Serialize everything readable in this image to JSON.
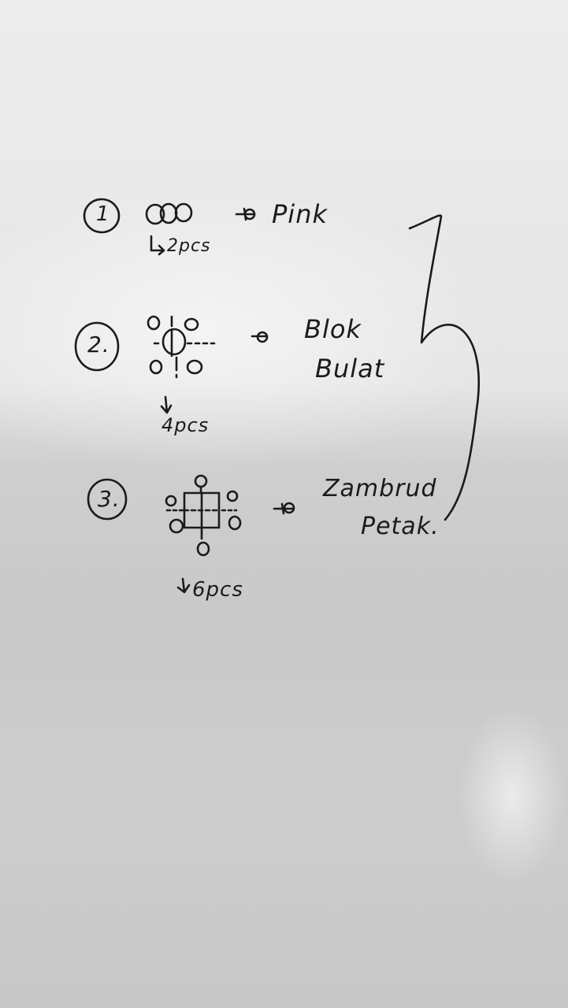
{
  "note": {
    "items": [
      {
        "number": "1",
        "qty": "2pcs",
        "result": "Pink",
        "result_line2": ""
      },
      {
        "number": "2.",
        "qty": "4pcs",
        "result": "Blok",
        "result_line2": "Bulat"
      },
      {
        "number": "3.",
        "qty": "6pcs",
        "result": "Zambrud",
        "result_line2": "Petak."
      }
    ]
  },
  "colors": {
    "ink": "#1b1b1b",
    "paper": "#e8e8e8"
  }
}
